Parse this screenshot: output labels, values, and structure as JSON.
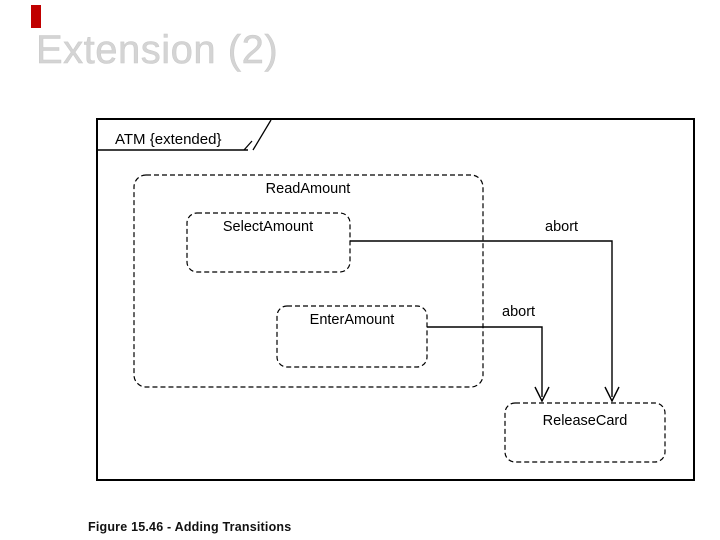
{
  "slide": {
    "title": "Extension (2)",
    "caption": "Figure 15.46 - Adding Transitions",
    "accent_color": "#c00000"
  },
  "diagram": {
    "frame_label": "ATM {extended}",
    "composite_state": {
      "label": "ReadAmount"
    },
    "states": {
      "select": {
        "label": "SelectAmount"
      },
      "enter": {
        "label": "EnterAmount"
      },
      "release": {
        "label": "ReleaseCard"
      }
    },
    "transitions": [
      {
        "label": "abort",
        "from": "SelectAmount",
        "to": "ReleaseCard"
      },
      {
        "label": "abort",
        "from": "EnterAmount",
        "to": "ReleaseCard"
      }
    ],
    "line_color": "#000000"
  }
}
